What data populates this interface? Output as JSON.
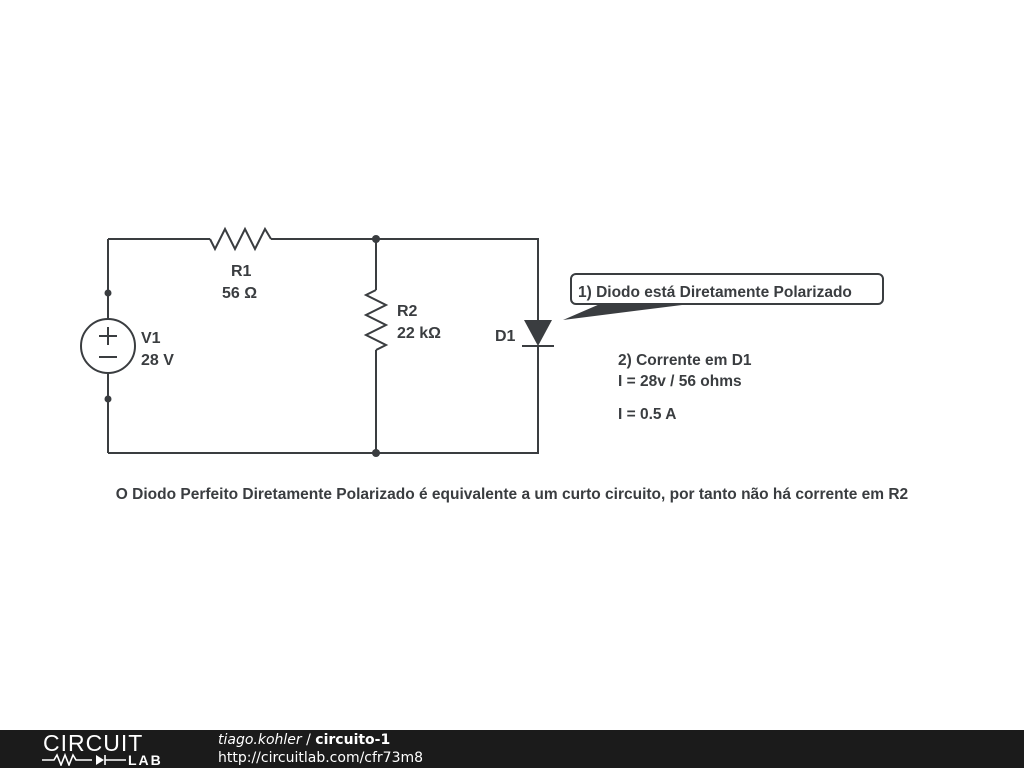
{
  "components": {
    "r1": {
      "name": "R1",
      "value": "56 Ω"
    },
    "r2": {
      "name": "R2",
      "value": "22 kΩ"
    },
    "v1": {
      "name": "V1",
      "value": "28 V"
    },
    "d1": {
      "name": "D1"
    }
  },
  "annotations": {
    "callout": "1) Diodo está Diretamente Polarizado",
    "current_title": "2) Corrente em D1",
    "current_formula": "I = 28v / 56 ohms",
    "current_result": "I = 0.5 A",
    "conclusion": "O Diodo Perfeito Diretamente Polarizado é equivalente a um curto circuito, por tanto não há corrente em R2"
  },
  "footer": {
    "logo_top": "CIRCUIT",
    "logo_bottom": "LAB",
    "author": "tiago.kohler",
    "separator": " / ",
    "circuit_name": "circuito-1",
    "url": "http://circuitlab.com/cfr73m8"
  },
  "colors": {
    "ink": "#3a3d40",
    "footer_bg": "#1b1b1b"
  }
}
